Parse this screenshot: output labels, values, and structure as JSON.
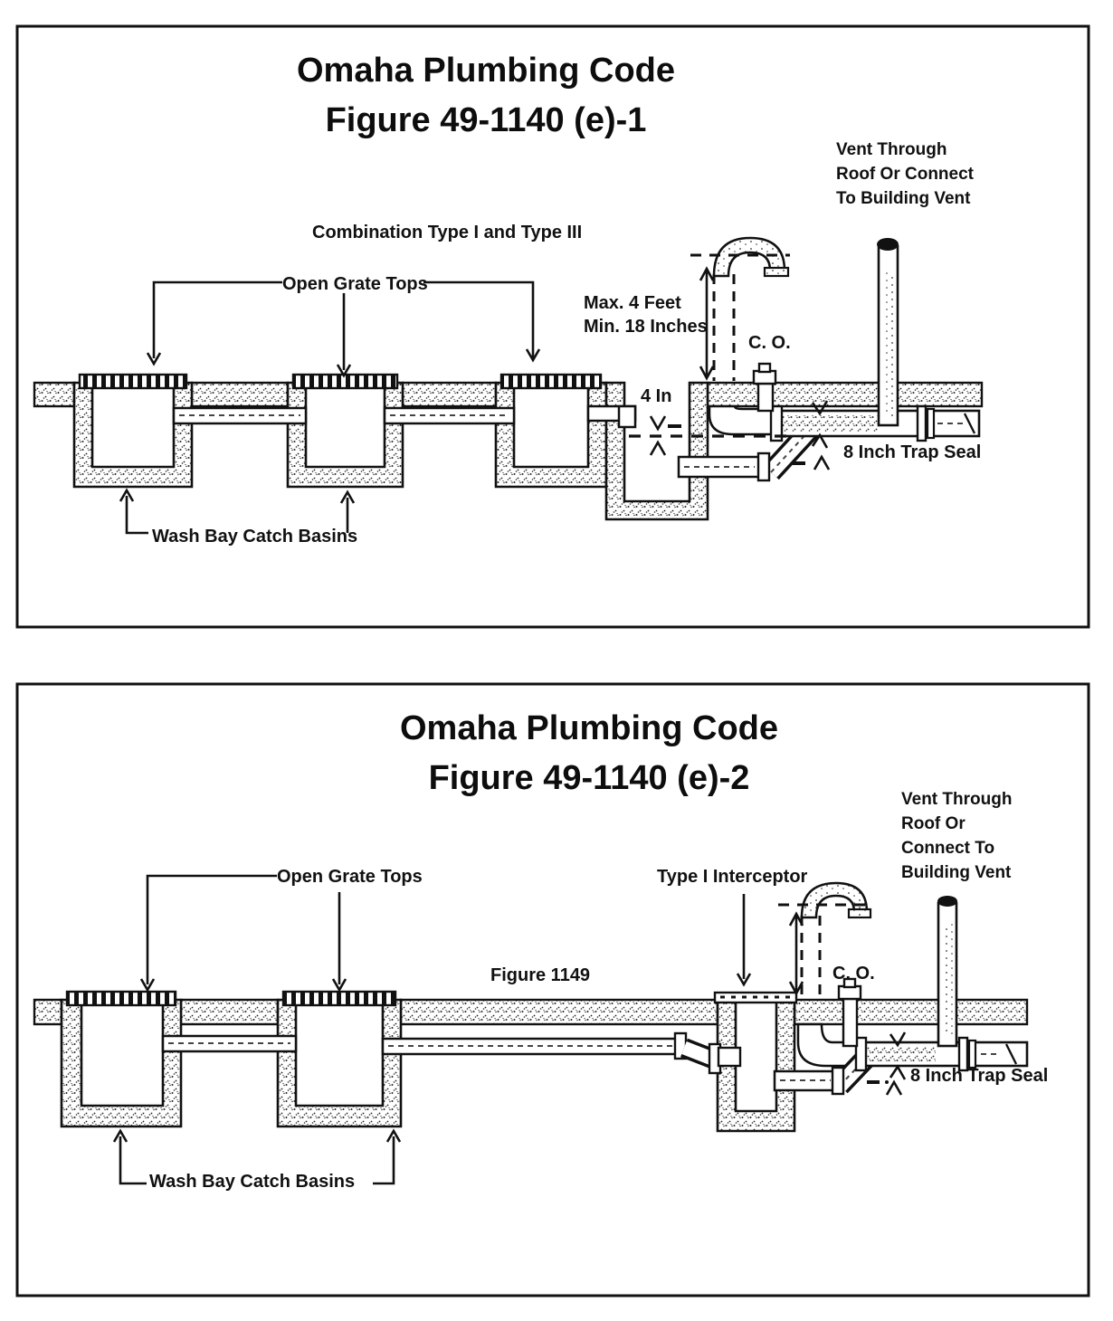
{
  "document": {
    "paper_color": "#ffffff",
    "ink_color": "#111111"
  },
  "fig1": {
    "title_line1": "Omaha Plumbing Code",
    "title_line2": "Figure 49-1140 (e)-1",
    "vent_note": "Vent Through\nRoof Or Connect\nTo Building Vent",
    "combination_label": "Combination Type I and Type III",
    "open_grate_label": "Open Grate Tops",
    "max_min_label": "Max. 4 Feet\nMin. 18 Inches",
    "cleanout_label": "C. O.",
    "inlet_drop_label": "4 In",
    "trap_seal_label": "8 Inch Trap Seal",
    "catch_basins_label": "Wash Bay Catch Basins"
  },
  "fig2": {
    "title_line1": "Omaha Plumbing Code",
    "title_line2": "Figure 49-1140 (e)-2",
    "vent_note": "Vent Through\nRoof Or\nConnect To\nBuilding Vent",
    "open_grate_label": "Open Grate Tops",
    "interceptor_label": "Type I Interceptor",
    "figure_ref_label": "Figure 1149",
    "cleanout_label": "C. O.",
    "trap_seal_label": "8 Inch Trap Seal",
    "catch_basins_label": "Wash Bay Catch Basins"
  }
}
